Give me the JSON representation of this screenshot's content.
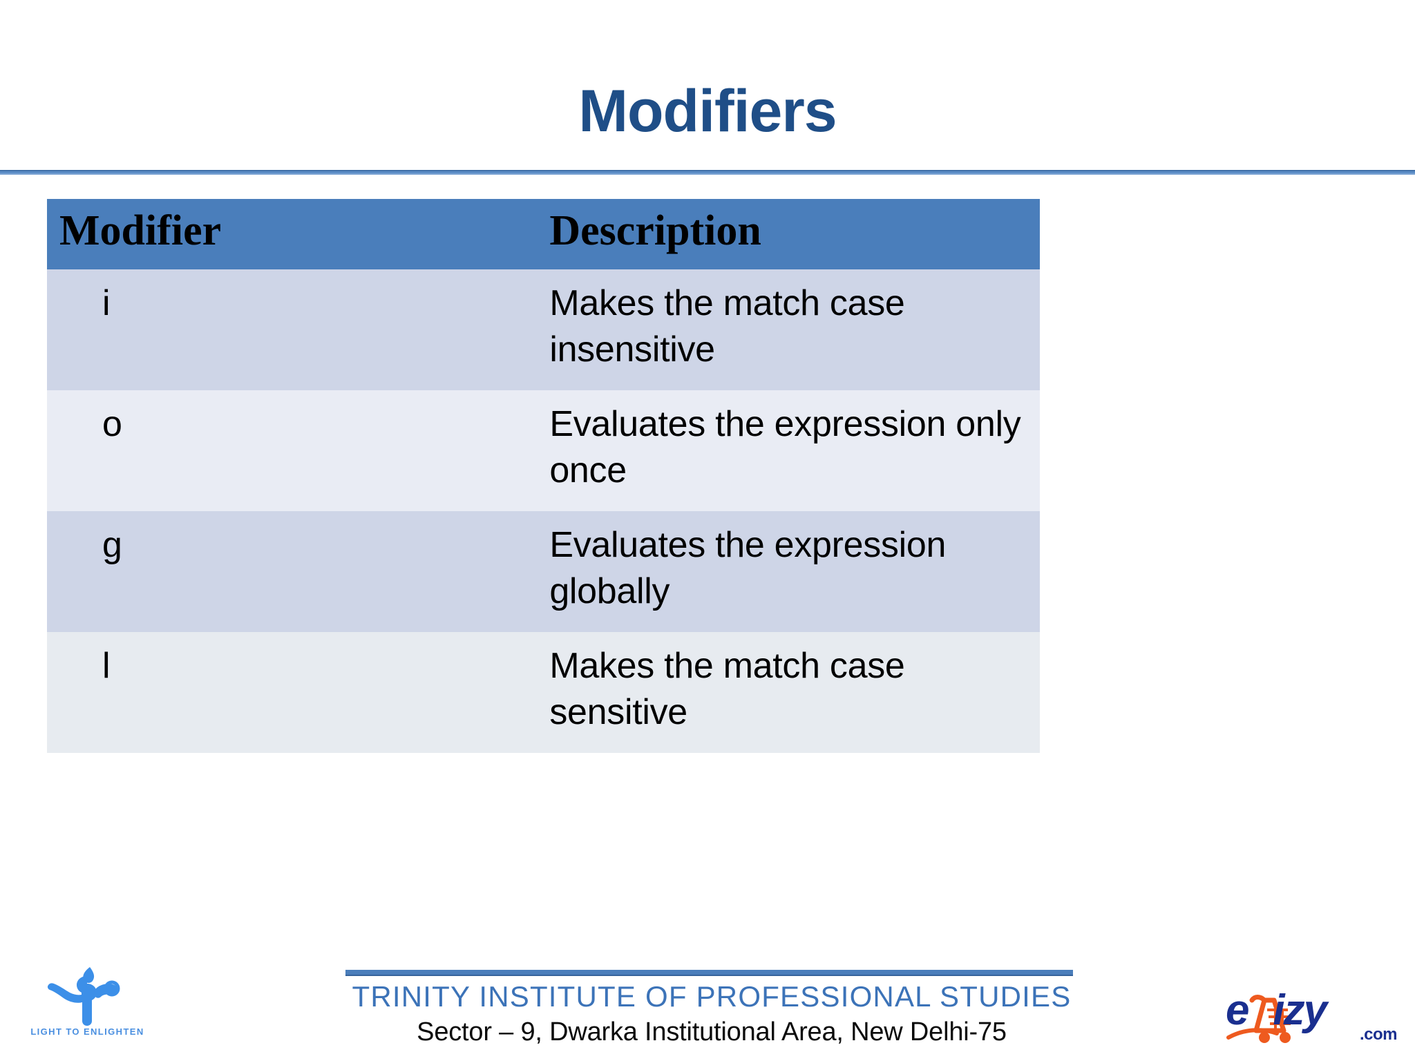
{
  "slide": {
    "title": "Modifiers"
  },
  "table": {
    "columns": [
      "Modifier",
      "Description"
    ],
    "rows": [
      {
        "modifier": "i",
        "description": "Makes the match case insensitive"
      },
      {
        "modifier": "o",
        "description": "Evaluates the expression only once"
      },
      {
        "modifier": "g",
        "description": "Evaluates the expression globally"
      },
      {
        "modifier": "l",
        "description": "Makes the match case sensitive"
      }
    ]
  },
  "footer": {
    "institute": "TRINITY INSTITUTE OF PROFESSIONAL STUDIES",
    "address": "Sector – 9, Dwarka Institutional Area, New Delhi-75"
  },
  "logos": {
    "left": {
      "tagline": "LIGHT TO ENLIGHTEN"
    },
    "right": {
      "brand_before": "e",
      "brand_after": "izy",
      "suffix": ".com"
    }
  },
  "colors": {
    "title_blue": "#1F4E87",
    "header_blue": "#4A7EBB",
    "row_odd": "#CED5E7",
    "row_even": "#E9ECF4",
    "footer_blue": "#3C73B8",
    "logo_orange": "#EE5A1F",
    "logo_navy": "#1A2F8F"
  }
}
